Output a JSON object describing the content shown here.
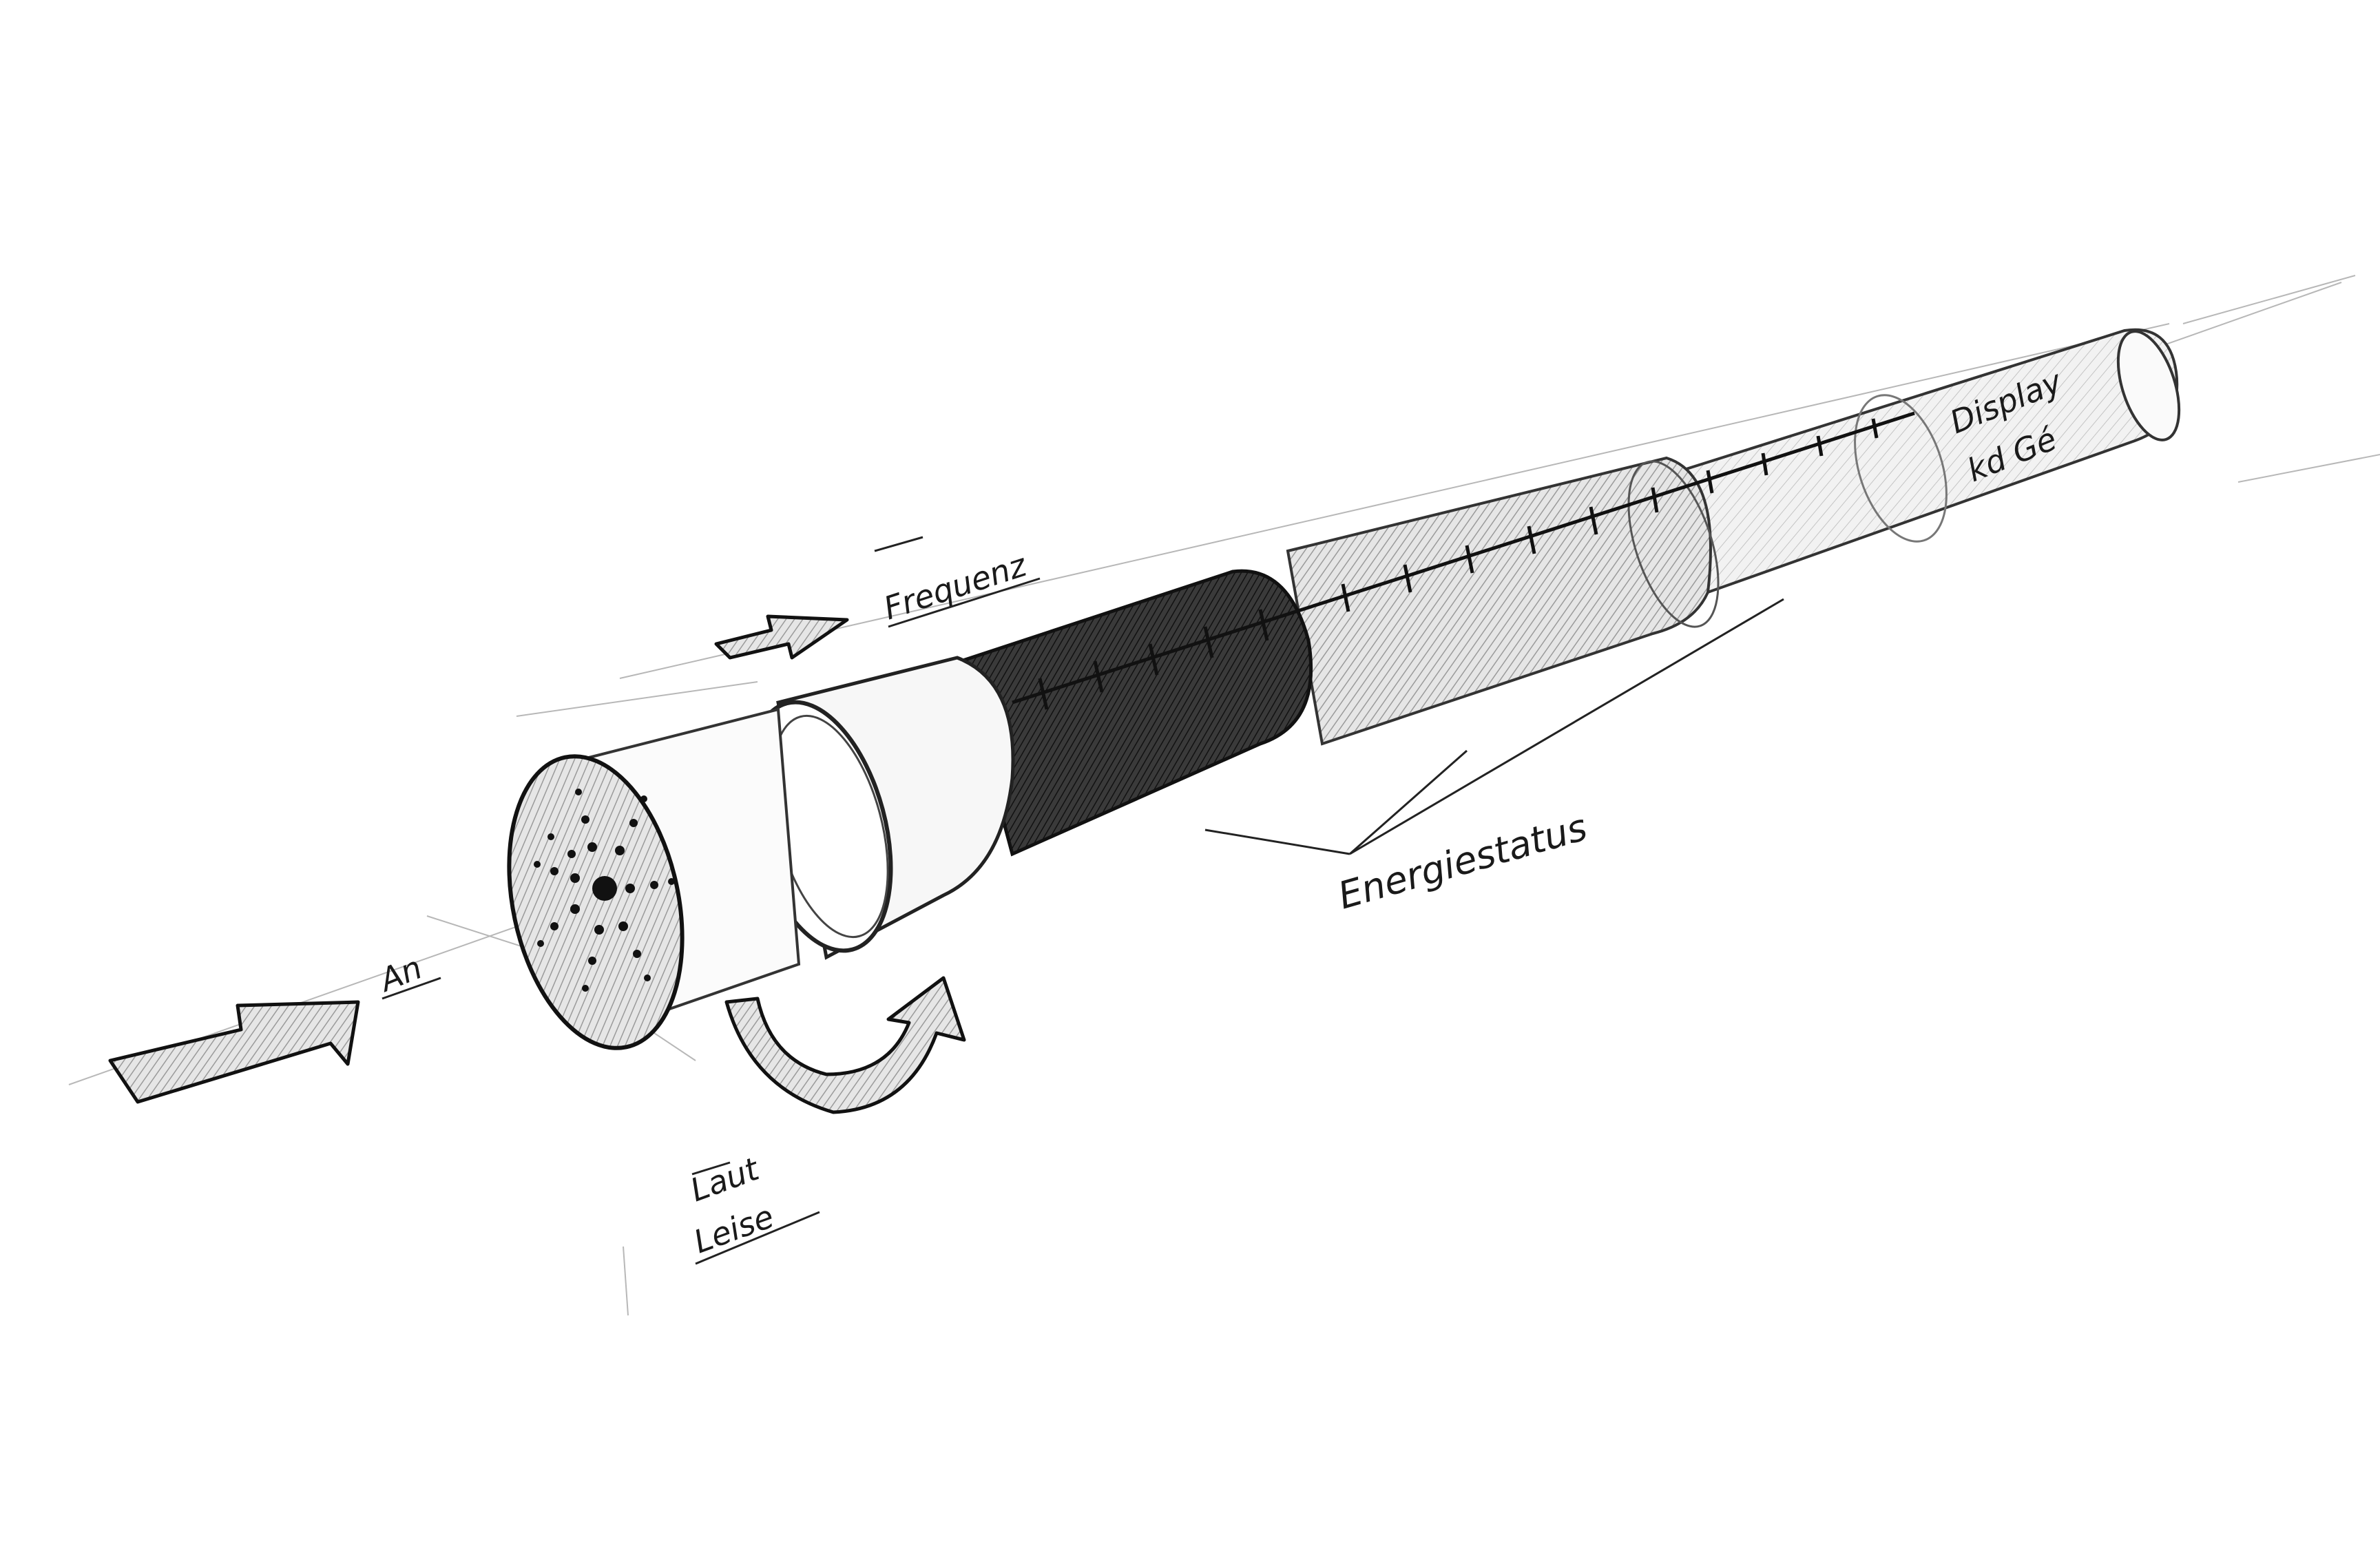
{
  "labels": {
    "an": "An",
    "frequenz": "Frequenz",
    "laut": "Laut",
    "leise": "Leise",
    "energiestatus": "Energiestatus",
    "display_line1": "Display",
    "display_line2": "kd Gé"
  },
  "colors": {
    "ink": "#1a1a1a",
    "pencil": "#555555",
    "dark_band": "#2b2b2b",
    "mid_shade": "#b8b8b8",
    "light_shade": "#dedede",
    "paper": "#ffffff"
  },
  "icons": {
    "speaker_grille": "speaker-grille-icon",
    "push_arrow": "arrow-right-icon",
    "slide_arrow": "arrow-right-icon",
    "rotate_arrow": "rotate-arrow-icon"
  }
}
